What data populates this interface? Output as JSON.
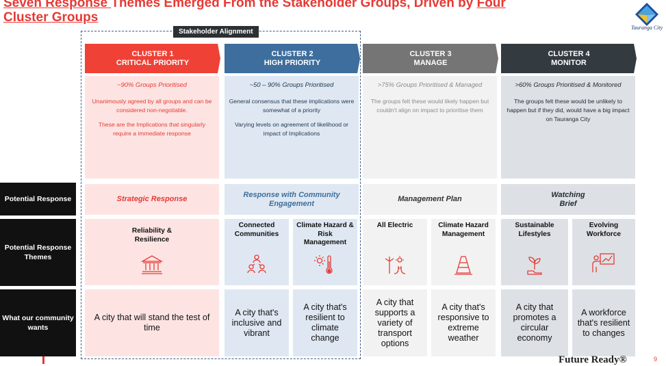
{
  "title": {
    "part1": "Seven Response ",
    "part2": "Themes Emerged From the Stakeholder Groups, Driven by ",
    "part3": "Four",
    "part4": "Cluster Groups"
  },
  "logo": {
    "text": "Tauranga City"
  },
  "stakeholder_label": "Stakeholder Alignment",
  "colors": {
    "c1": "#ef4136",
    "c2": "#3d6e9d",
    "c3": "#757575",
    "c4": "#333a40",
    "accent": "#e53a35"
  },
  "clusters": [
    {
      "line1": "CLUSTER 1",
      "line2": "CRITICAL PRIORITY",
      "head": "~90% Groups Prioritised",
      "p1": "Unanimously agreed by all groups and can be considered non-negotiable.",
      "p2": "These are the Implications that singularly require a immediate response"
    },
    {
      "line1": "CLUSTER 2",
      "line2": "HIGH PRIORITY",
      "head": "~50 – 90% Groups Prioritised",
      "p1": "General consensus that these implications were somewhat of  a priority",
      "p2": "Varying levels on agreement of likelihood or impact of Implications"
    },
    {
      "line1": "CLUSTER 3",
      "line2": "MANAGE",
      "head": ">75% Groups Prioritised & Managed",
      "p1": "The groups felt these would likely happen but couldn't align on impact to prioritise them",
      "p2": ""
    },
    {
      "line1": "CLUSTER 4",
      "line2": "MONITOR",
      "head": ">60% Groups Prioritised & Monitored",
      "p1": "The groups felt these would be unlikely to happen but if they did, would have a big impact on Tauranga City",
      "p2": ""
    }
  ],
  "row_labels": {
    "potential_response": "Potential Response",
    "potential_themes": "Potential Response Themes",
    "community_wants": "What our community wants"
  },
  "responses": [
    "Strategic Response",
    "Response with Community Engagement",
    "Management Plan",
    "Watching Brief"
  ],
  "themes": [
    {
      "name": "Reliability & Resilience",
      "icon": "bank-icon",
      "want": "A city that will stand the test of time"
    },
    {
      "name": "Connected Communities",
      "icon": "people-network-icon",
      "want": "A city that's inclusive and vibrant"
    },
    {
      "name": "Climate Hazard & Risk Management",
      "icon": "thermometer-sun-icon",
      "want": "A city that's resilient to climate change"
    },
    {
      "name": "All Electric",
      "icon": "wind-solar-plug-icon",
      "want": "A city that supports a variety of transport options"
    },
    {
      "name": "Climate Hazard Management",
      "icon": "traffic-cone-icon",
      "want": "A city that's responsive to extreme weather"
    },
    {
      "name": "Sustainable Lifestyles",
      "icon": "plant-hand-icon",
      "want": "A city that promotes a circular economy"
    },
    {
      "name": "Evolving Workforce",
      "icon": "presenter-chart-icon",
      "want": "A workforce that's resilient to changes"
    }
  ],
  "footer": {
    "brand": "Future Ready®",
    "page": "9"
  }
}
